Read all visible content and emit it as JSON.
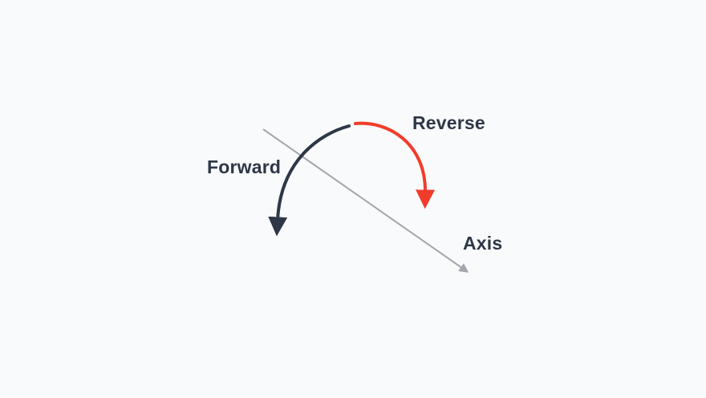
{
  "diagram": {
    "labels": {
      "forward": "Forward",
      "reverse": "Reverse",
      "axis": "Axis"
    },
    "colors": {
      "background": "#f9fafb",
      "ink": "#2d3748",
      "reverse_red": "#f13c2c",
      "axis_gray": "#a3a6ac"
    }
  }
}
